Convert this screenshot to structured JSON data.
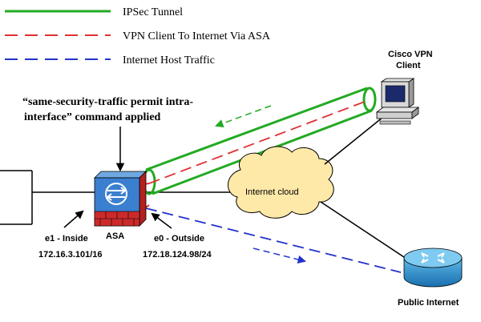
{
  "legend": {
    "items": [
      {
        "label": "IPSec Tunnel",
        "color": "#22aa22",
        "style": "solid"
      },
      {
        "label": "VPN Client To Internet Via ASA",
        "color": "#e03030",
        "style": "dashed"
      },
      {
        "label": "Internet Host Traffic",
        "color": "#2233cc",
        "style": "dashed"
      }
    ]
  },
  "annotation": {
    "line1": "“same-security-traffic permit intra-",
    "line2": "interface” command applied"
  },
  "devices": {
    "asa_label": "ASA",
    "vpn_client_line1": "Cisco VPN",
    "vpn_client_line2": "Client",
    "cloud_label": "Internet cloud",
    "router_label": "Public Internet"
  },
  "interfaces": {
    "inside_name": "e1 - Inside",
    "inside_ip": "172.16.3.101/16",
    "outside_name": "e0 - Outside",
    "outside_ip": "172.18.124.98/24"
  },
  "colors": {
    "asa_blue": "#3a7fd0",
    "asa_dark": "#1f5ca8",
    "firewall_red": "#cc2a2a",
    "cloud_fill": "#ffe9a8",
    "router_blue": "#2f9ad6",
    "tunnel_green": "#22aa22",
    "red_dash": "#e03030",
    "blue_dash": "#2233cc"
  }
}
